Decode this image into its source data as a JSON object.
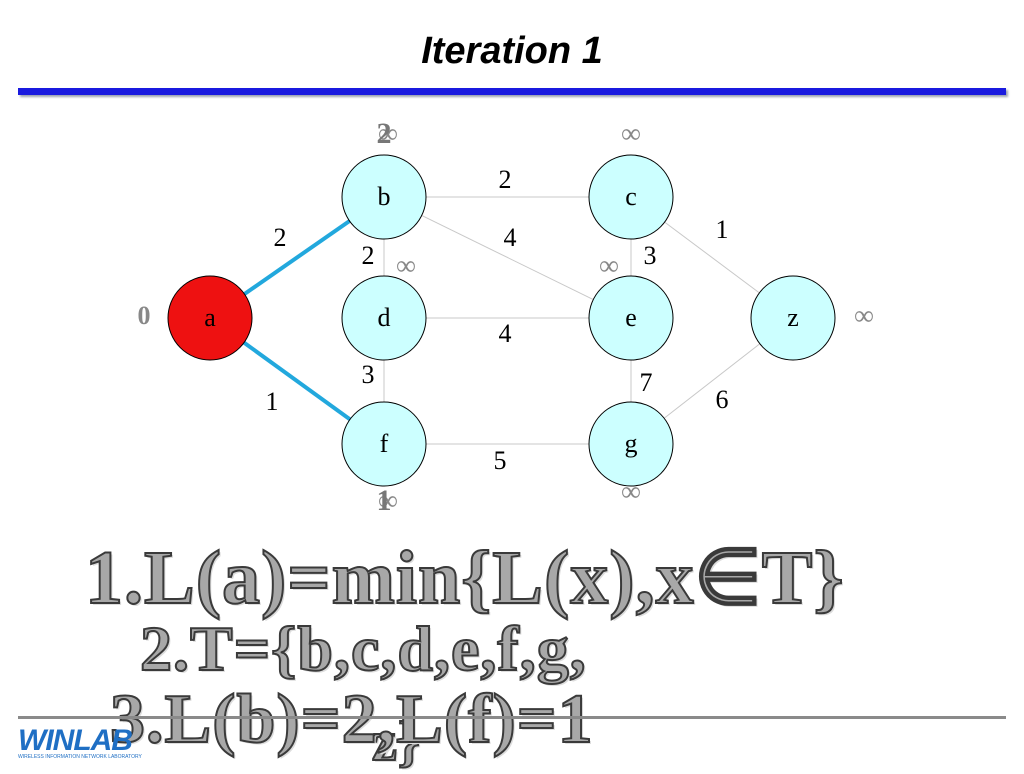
{
  "title": "Iteration 1",
  "colors": {
    "title_rule": "#1a1adf",
    "visited_node": "#ee1111",
    "node_fill": "#ccffff",
    "highlight_edge": "#22a8dd",
    "edge": "#c8c8c8",
    "label_gray": "#888888"
  },
  "nodes": [
    {
      "id": "a",
      "label": "a",
      "visited": true
    },
    {
      "id": "b",
      "label": "b"
    },
    {
      "id": "c",
      "label": "c"
    },
    {
      "id": "d",
      "label": "d"
    },
    {
      "id": "e",
      "label": "e"
    },
    {
      "id": "f",
      "label": "f"
    },
    {
      "id": "g",
      "label": "g"
    },
    {
      "id": "z",
      "label": "z"
    }
  ],
  "edges": [
    {
      "from": "a",
      "to": "b",
      "weight": "2",
      "highlight": true
    },
    {
      "from": "a",
      "to": "f",
      "weight": "1",
      "highlight": true
    },
    {
      "from": "b",
      "to": "c",
      "weight": "2"
    },
    {
      "from": "b",
      "to": "e",
      "weight": "4"
    },
    {
      "from": "b",
      "to": "d",
      "weight": "2"
    },
    {
      "from": "c",
      "to": "e",
      "weight": "3"
    },
    {
      "from": "c",
      "to": "z",
      "weight": "1"
    },
    {
      "from": "d",
      "to": "e",
      "weight": "4"
    },
    {
      "from": "d",
      "to": "f",
      "weight": "3"
    },
    {
      "from": "e",
      "to": "g",
      "weight": "7"
    },
    {
      "from": "g",
      "to": "z",
      "weight": "6"
    },
    {
      "from": "f",
      "to": "g",
      "weight": "5"
    }
  ],
  "distance_labels": [
    {
      "node": "a",
      "text": "0"
    },
    {
      "node": "b",
      "text": "2",
      "overlay": "∞"
    },
    {
      "node": "c",
      "text": "∞"
    },
    {
      "node": "d",
      "text": "∞"
    },
    {
      "node": "e",
      "text": "∞"
    },
    {
      "node": "z",
      "text": "∞"
    },
    {
      "node": "f",
      "text": "1",
      "overlay": "∞"
    },
    {
      "node": "g",
      "text": "∞"
    }
  ],
  "steps": {
    "step1": "1.L(a)=min{L(x),x∈T}",
    "step2": "2.T={b,c,d,e,f,g,",
    "step3": "3.L(b)=2,L(f)=1",
    "step3b": "z}"
  },
  "logo": {
    "text": "WINLAB",
    "subtext": "WIRELESS INFORMATION NETWORK LABORATORY"
  }
}
